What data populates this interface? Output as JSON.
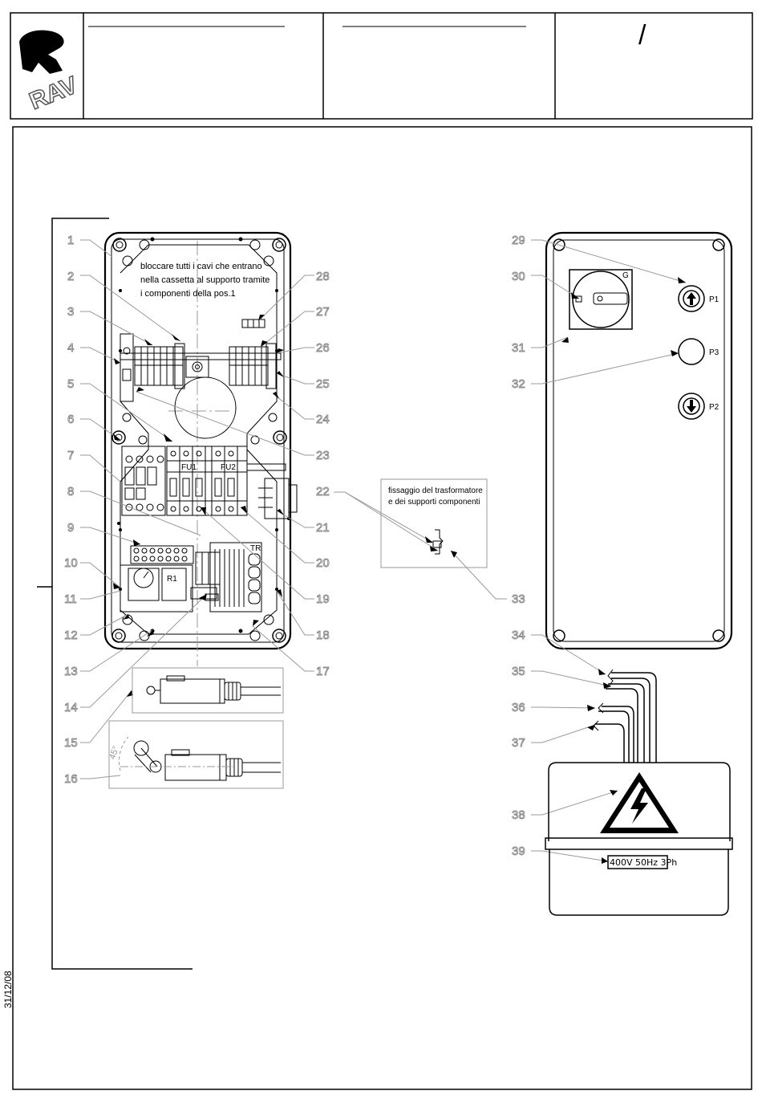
{
  "title_block": {
    "brand_letters": "RAV",
    "revision_mark": "/"
  },
  "side_date": "31/12/08",
  "notes": {
    "enclosure_note_lines": [
      "bloccare tutti i cavi che entrano",
      "nella cassetta al supporto tramite",
      "i componenti della pos.1"
    ],
    "fixing_note_lines": [
      "fissaggio del trasformatore",
      "e dei supporti componenti"
    ]
  },
  "component_labels": {
    "fu1": "FU1",
    "fu2": "FU2",
    "r1": "R1",
    "tr": "TR",
    "g": "G",
    "p1": "P1",
    "p2": "P2",
    "p3": "P3",
    "voltage_plate": "400V 50Hz 3Ph"
  },
  "callouts_left": [
    "1",
    "2",
    "3",
    "4",
    "5",
    "6",
    "7",
    "8",
    "9",
    "10",
    "11",
    "12",
    "13",
    "14",
    "15",
    "16"
  ],
  "callouts_middle": [
    "28",
    "27",
    "26",
    "25",
    "24",
    "23",
    "22",
    "21",
    "20",
    "19",
    "18",
    "17"
  ],
  "callouts_right": [
    "29",
    "30",
    "31",
    "32",
    "33",
    "34",
    "35",
    "36",
    "37",
    "38",
    "39"
  ]
}
